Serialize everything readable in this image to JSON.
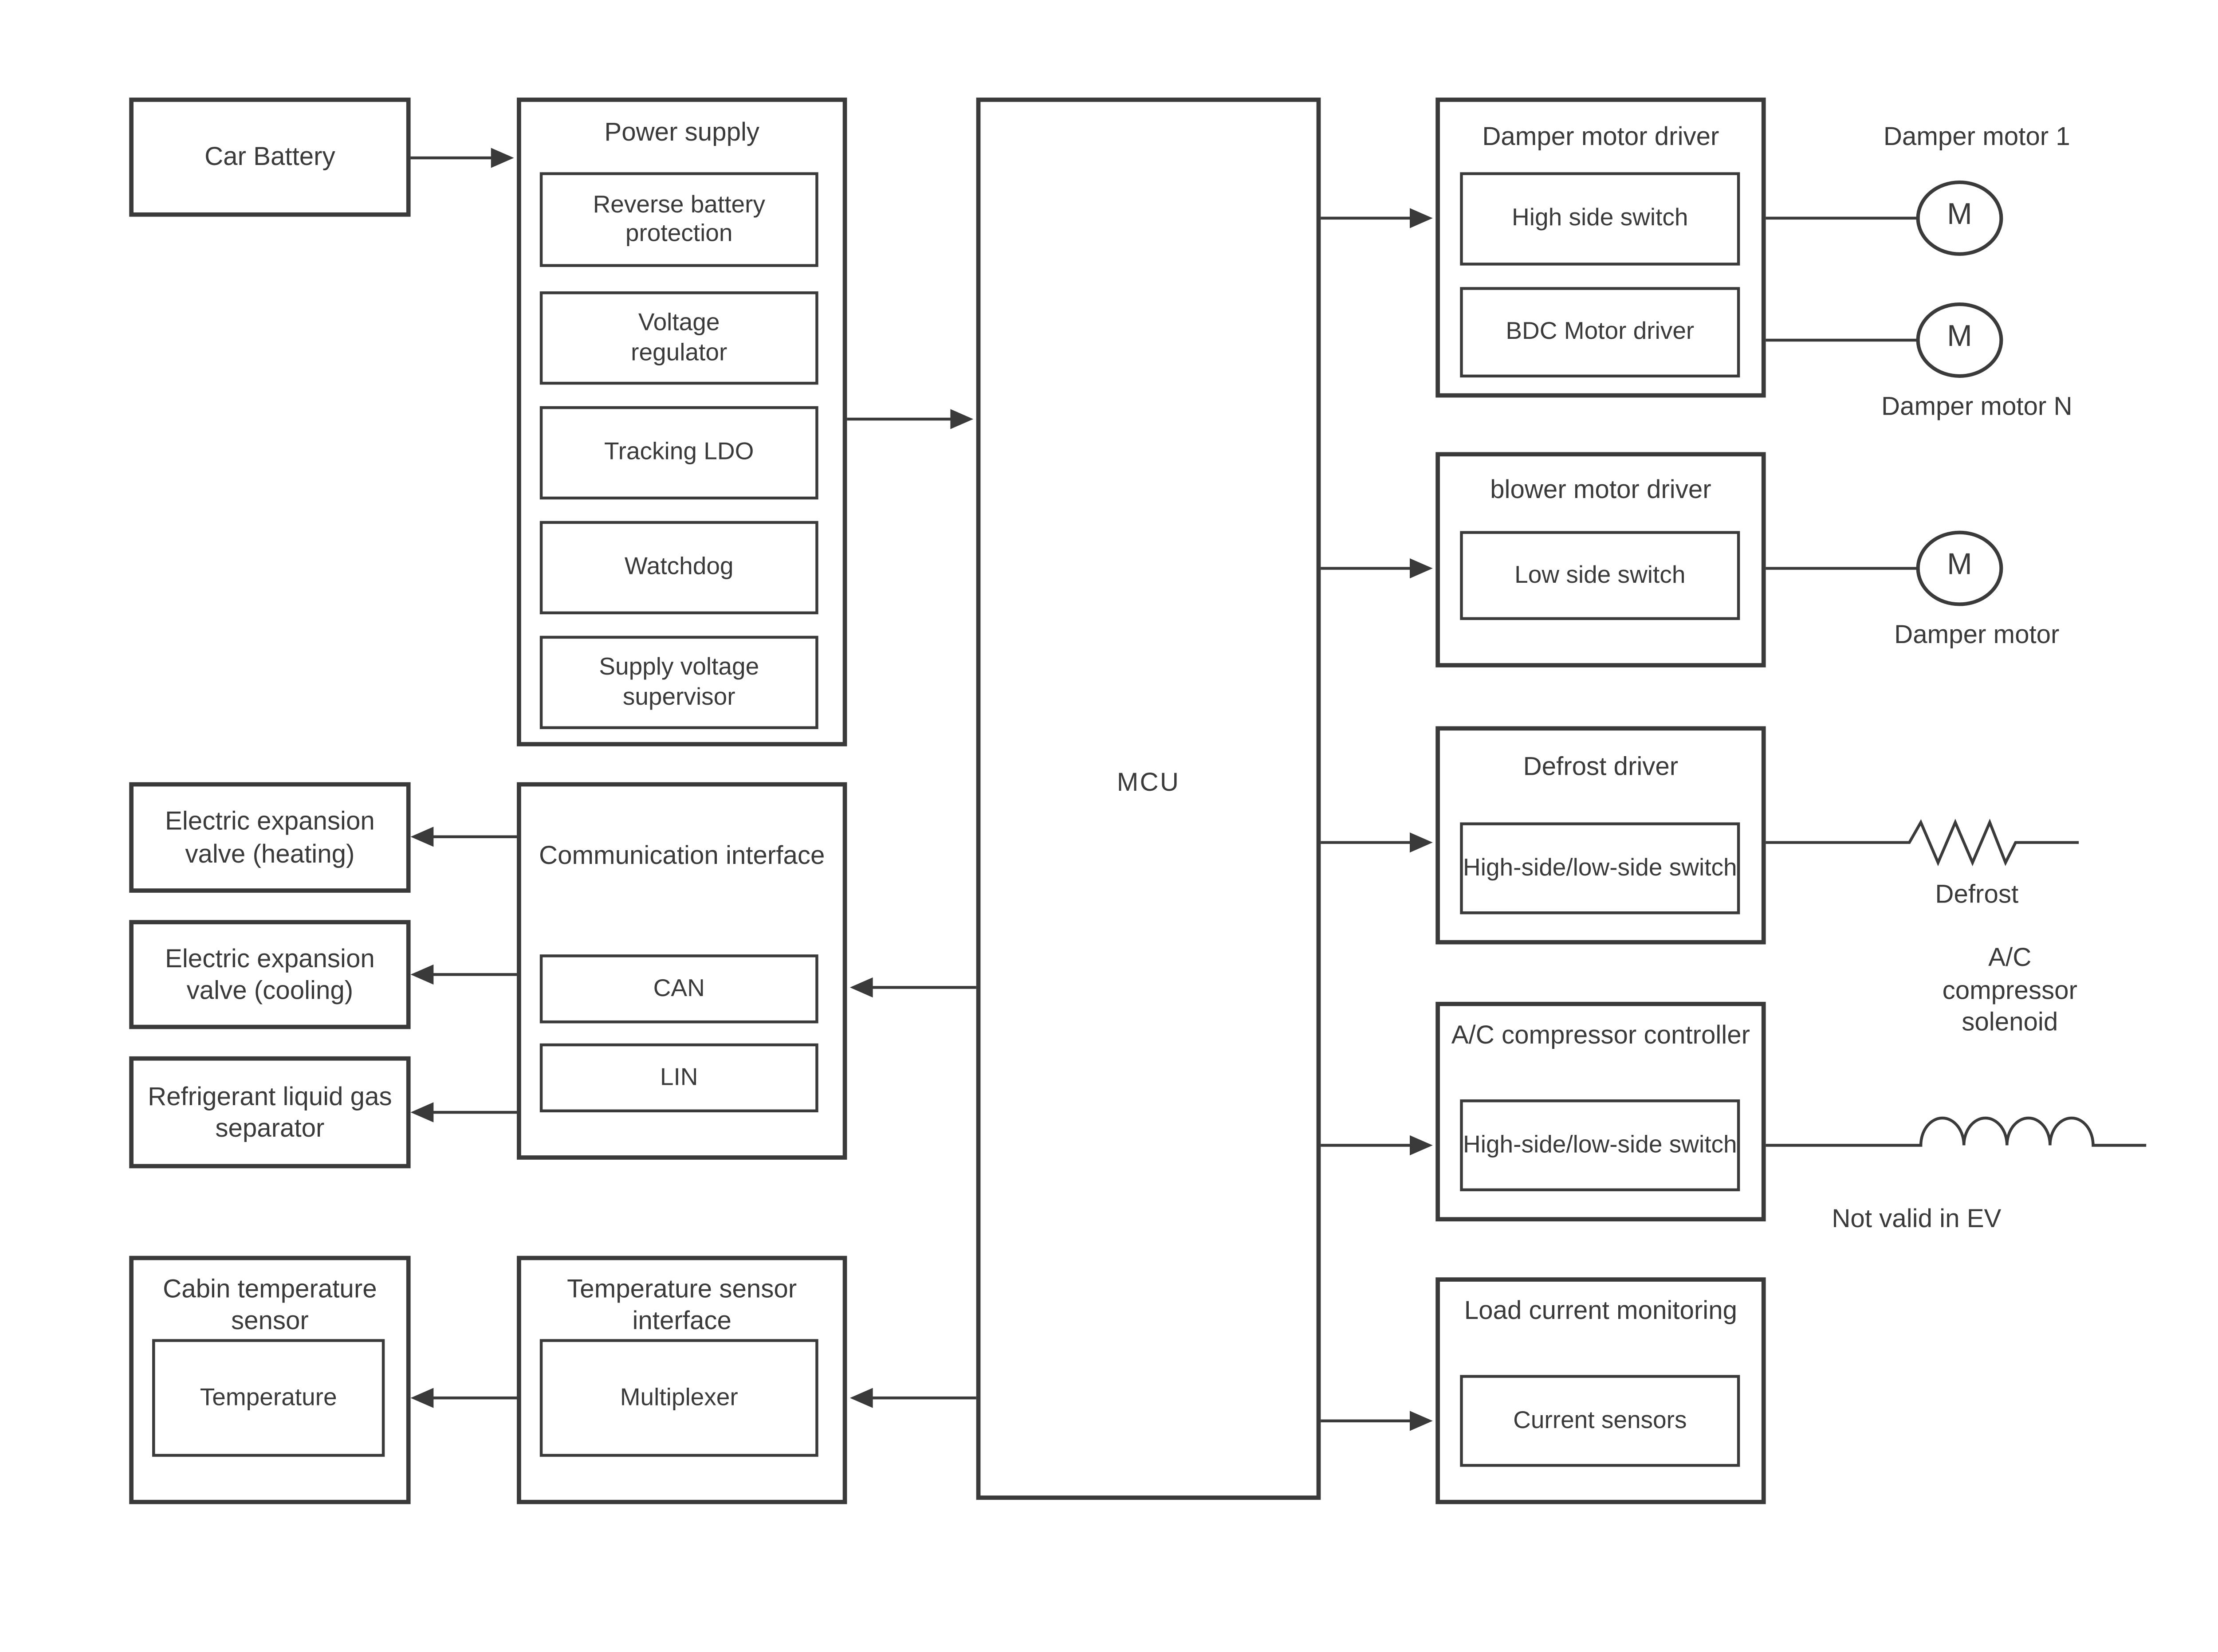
{
  "colors": {
    "line": "#3a3a3a",
    "text": "#3a3a3a",
    "background": "#ffffff"
  },
  "nodes": {
    "car_battery": "Car Battery",
    "power_supply": {
      "title": "Power supply",
      "items": [
        "Reverse battery protection",
        "Voltage regulator",
        "Tracking LDO",
        "Watchdog",
        "Supply voltage supervisor"
      ]
    },
    "mcu": "MCU",
    "comm_interface": {
      "title": "Communication interface",
      "items": [
        "CAN",
        "LIN"
      ]
    },
    "temp_interface": {
      "title": "Temperature sensor interface",
      "inner": "Multiplexer"
    },
    "heating_valve": "Electric expansion valve (heating)",
    "cooling_valve": "Electric expansion valve (cooling)",
    "separator": "Refrigerant liquid gas separator",
    "cabin_sensor": {
      "title": "Cabin temperature sensor",
      "inner": "Temperature"
    },
    "damper_driver": {
      "title": "Damper motor driver",
      "items": [
        "High side switch",
        "BDC Motor driver"
      ]
    },
    "blower_driver": {
      "title": "blower motor driver",
      "items": [
        "Low side switch"
      ]
    },
    "defrost_driver": {
      "title": "Defrost driver",
      "items": [
        "High-side/low-side switch"
      ]
    },
    "ac_controller": {
      "title": "A/C compressor controller",
      "items": [
        "High-side/low-side switch"
      ]
    },
    "load_monitor": {
      "title": "Load current monitoring",
      "items": [
        "Current sensors"
      ]
    }
  },
  "outputs": {
    "motor_label": "M",
    "damper_motor_1": "Damper motor 1",
    "damper_motor_n": "Damper motor N",
    "damper_motor": "Damper motor",
    "defrost": "Defrost",
    "ac_solenoid": "A/C compressor solenoid",
    "not_valid_in_ev": "Not valid in EV"
  }
}
